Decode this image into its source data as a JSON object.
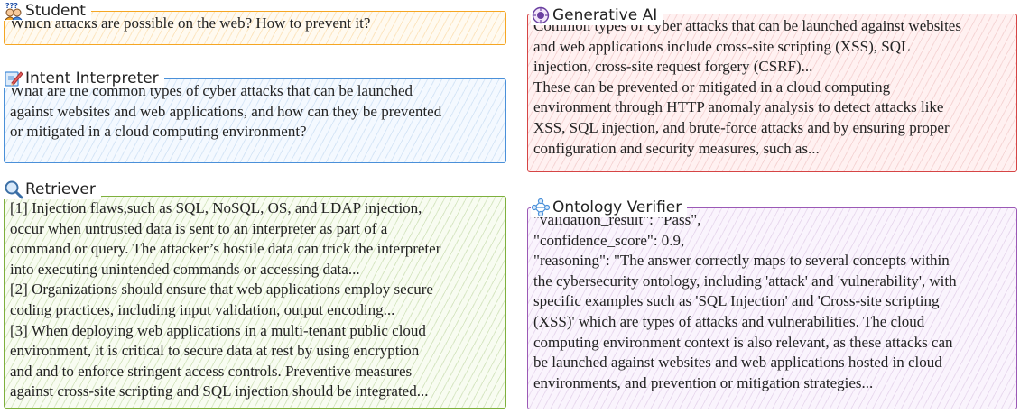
{
  "colors": {
    "student": "#F5A623",
    "intent": "#4A90D9",
    "retriever": "#7EB03D",
    "generative": "#D64545",
    "ontology": "#9B59B6"
  },
  "student": {
    "title": "Student",
    "icon": "student-icon",
    "lines": [
      "Which attacks are possible on the web? How to prevent it?"
    ]
  },
  "intent": {
    "title": "Intent Interpreter",
    "icon": "pencil-icon",
    "lines": [
      "What are the common types of cyber attacks that can be launched",
      "against websites and web applications, and how can they be prevented",
      "or mitigated in a cloud computing environment?"
    ]
  },
  "retriever": {
    "title": "Retriever",
    "icon": "search-icon",
    "lines": [
      "[1] Injection flaws,such as SQL, NoSQL, OS, and LDAP injection,",
      "occur when untrusted data is sent to an interpreter as part of a",
      "command or query. The attacker’s hostile data can trick the interpreter",
      "into executing unintended commands or accessing data...",
      "[2] Organizations should ensure that web applications employ secure",
      "coding practices, including input validation, output encoding...",
      "[3] When deploying web applications in a multi-tenant public cloud",
      "environment, it is critical to secure data at rest by using encryption",
      "and and to enforce stringent access controls. Preventive measures",
      "against cross-site scripting and SQL injection should be integrated..."
    ]
  },
  "generative": {
    "title": "Generative AI",
    "icon": "ai-brain-icon",
    "lines": [
      "Common types of cyber attacks that can be launched against websites",
      "and web applications include cross-site scripting (XSS), SQL",
      "injection, cross-site request forgery (CSRF)...",
      "These can be prevented or mitigated in a cloud computing",
      "environment through HTTP anomaly analysis to detect attacks like",
      "XSS, SQL injection, and brute-force attacks and by ensuring proper",
      "configuration and security measures, such as..."
    ]
  },
  "ontology": {
    "title": "Ontology Verifier",
    "icon": "network-icon",
    "lines": [
      "\"validation_result\": \"Pass\",",
      "\"confidence_score\": 0.9,",
      "\"reasoning\": \"The answer correctly maps to several concepts within",
      "the cybersecurity ontology, including 'attack' and 'vulnerability', with",
      "specific examples such as 'SQL Injection' and 'Cross-site scripting",
      "(XSS)' which are types of attacks and vulnerabilities. The cloud",
      "computing environment context is also relevant, as these attacks can",
      "be launched against websites and web applications hosted in cloud",
      "environments, and prevention or mitigation strategies..."
    ]
  }
}
